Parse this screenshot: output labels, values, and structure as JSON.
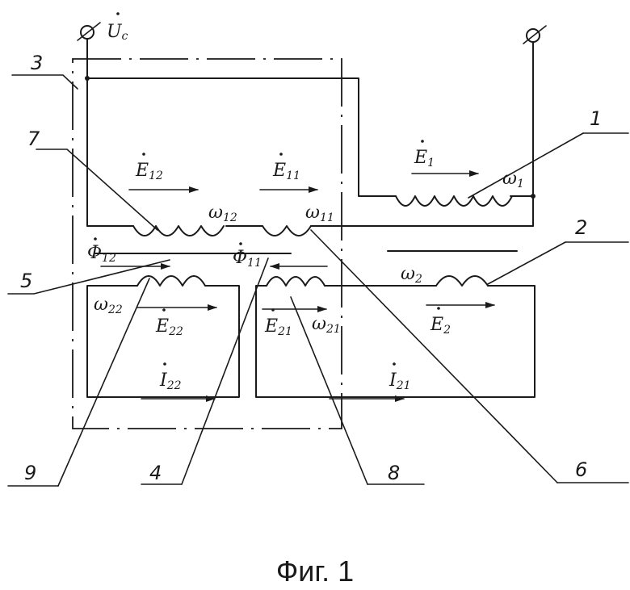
{
  "caption": "Фиг. 1",
  "terminal_label": {
    "base": "U",
    "sub": "c"
  },
  "part_numbers": {
    "n1": "1",
    "n2": "2",
    "n3": "3",
    "n4": "4",
    "n5": "5",
    "n6": "6",
    "n7": "7",
    "n8": "8",
    "n9": "9"
  },
  "emf_labels": {
    "e12": {
      "base": "E",
      "sub": "12"
    },
    "e11": {
      "base": "E",
      "sub": "11"
    },
    "e1": {
      "base": "E",
      "sub": "1"
    },
    "e22": {
      "base": "E",
      "sub": "22"
    },
    "e21": {
      "base": "E",
      "sub": "21"
    },
    "e2": {
      "base": "E",
      "sub": "2"
    }
  },
  "winding_labels": {
    "w12": {
      "base": "ω",
      "sub": "12"
    },
    "w11": {
      "base": "ω",
      "sub": "11"
    },
    "w1": {
      "base": "ω",
      "sub": "1"
    },
    "w22": {
      "base": "ω",
      "sub": "22"
    },
    "w21": {
      "base": "ω",
      "sub": "21"
    },
    "w2": {
      "base": "ω",
      "sub": "2"
    }
  },
  "flux_labels": {
    "f12": {
      "base": "Φ",
      "sub": "12"
    },
    "f11": {
      "base": "Φ",
      "sub": "11"
    }
  },
  "current_labels": {
    "i22": {
      "base": "I",
      "sub": "22"
    },
    "i21": {
      "base": "I",
      "sub": "21"
    }
  }
}
